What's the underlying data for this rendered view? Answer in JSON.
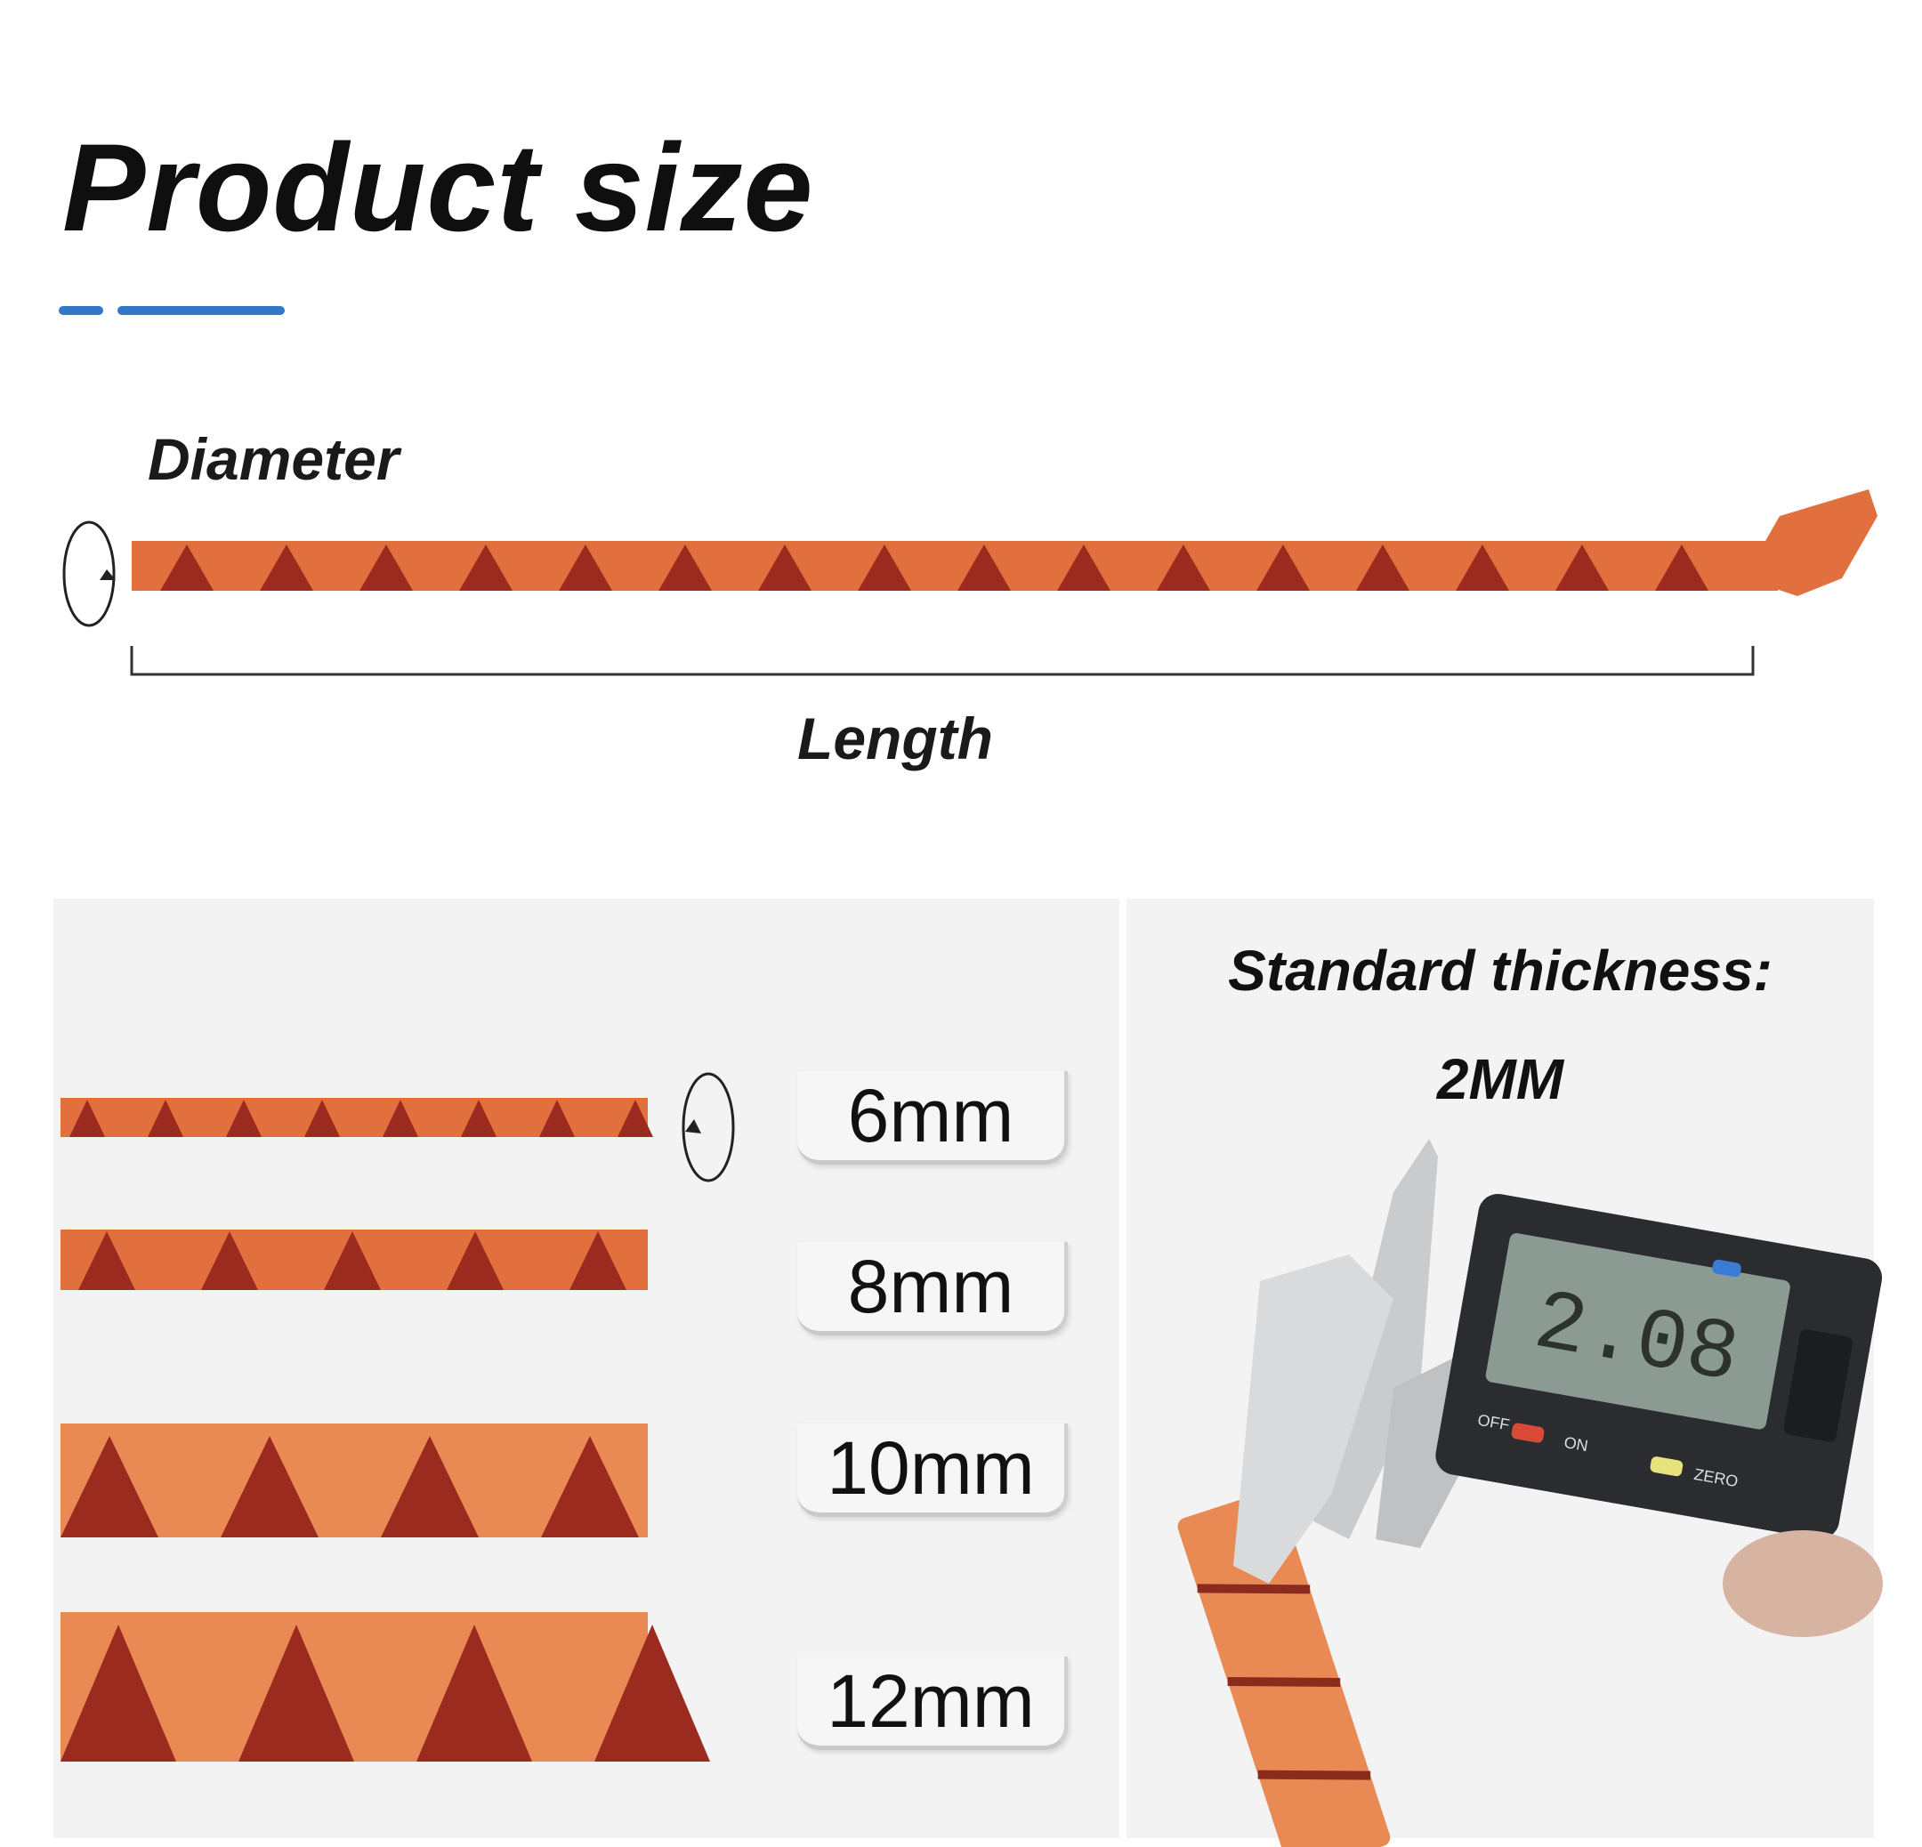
{
  "title": "Product size",
  "diagram": {
    "diameter_label": "Diameter",
    "length_label": "Length"
  },
  "sizes": [
    {
      "label": "6mm"
    },
    {
      "label": "8mm"
    },
    {
      "label": "10mm"
    },
    {
      "label": "12mm"
    }
  ],
  "thickness": {
    "label": "Standard thickness:",
    "value": "2MM",
    "caliper_readout": "2.08",
    "caliper_buttons": [
      "OFF",
      "ON",
      "ZERO"
    ]
  },
  "colors": {
    "accent": "#3277c8",
    "wrap": "#e2703f",
    "wrap_dark": "#9c2b1f"
  }
}
